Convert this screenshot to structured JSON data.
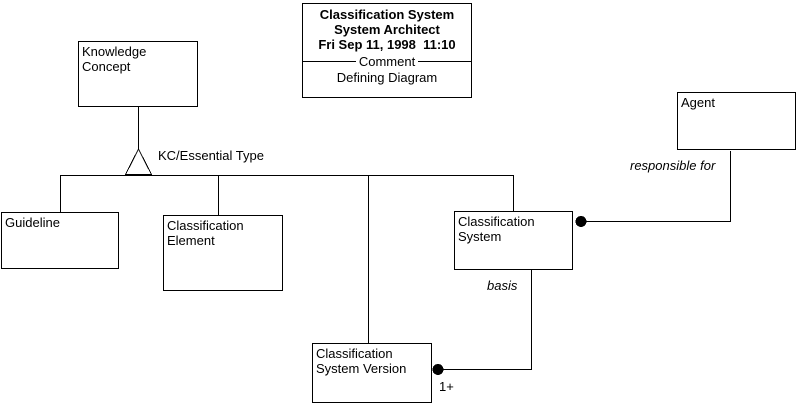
{
  "colors": {
    "background": "#ffffff",
    "line": "#000000",
    "text": "#000000"
  },
  "title_block": {
    "diagram_name": "Classification System",
    "tool_name": "System Architect",
    "timestamp": "Fri Sep 11, 1998  11:10",
    "separator_label": "Comment",
    "diagram_type": "Defining Diagram"
  },
  "nodes": {
    "knowledge_concept": {
      "label": "Knowledge Concept"
    },
    "guideline": {
      "label": "Guideline"
    },
    "classification_element": {
      "label": "Classification Element"
    },
    "classification_system": {
      "label": "Classification System"
    },
    "classification_system_version": {
      "label": "Classification System Version"
    },
    "agent": {
      "label": "Agent"
    }
  },
  "connectors": {
    "generalization": {
      "label": "KC/Essential Type",
      "marker": "hollow-triangle"
    },
    "responsible_for": {
      "label": "responsible for",
      "marker": "filled-dot"
    },
    "basis": {
      "label": "basis",
      "cardinality": "1+",
      "marker": "filled-dot"
    }
  }
}
